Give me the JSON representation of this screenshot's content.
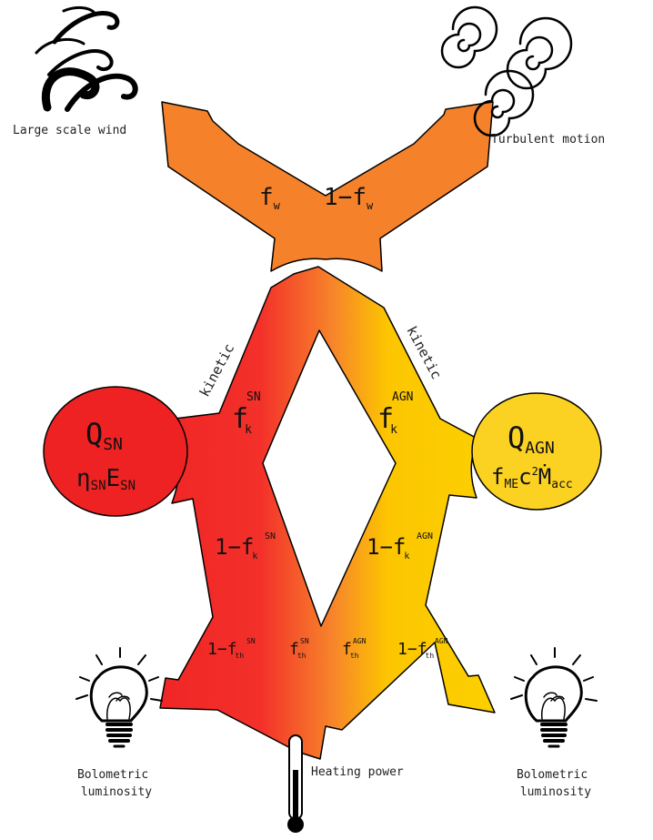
{
  "outputs": {
    "wind_label": "Large scale wind",
    "turbulence_label": "Turbulent motion",
    "bolometric_left": [
      "Bolometric",
      "luminosity"
    ],
    "bolometric_right": [
      "Bolometric",
      "luminosity"
    ],
    "heating_label": "Heating power"
  },
  "edges": {
    "kinetic_left": "kinetic",
    "kinetic_right": "kinetic",
    "fw": {
      "base": "f",
      "sub": "w"
    },
    "one_minus_fw": {
      "prefix": "1−",
      "base": "f",
      "sub": "w"
    },
    "fk_sn": {
      "base": "f",
      "sub": "k",
      "sup": "SN"
    },
    "fk_agn": {
      "base": "f",
      "sub": "k",
      "sup": "AGN"
    },
    "one_minus_fk_sn": {
      "prefix": "1−",
      "base": "f",
      "sub": "k",
      "sup": "SN"
    },
    "one_minus_fk_agn": {
      "prefix": "1−",
      "base": "f",
      "sub": "k",
      "sup": "AGN"
    },
    "one_minus_fth_sn": {
      "prefix": "1−",
      "base": "f",
      "sub": "th",
      "sup": "SN"
    },
    "fth_sn": {
      "base": "f",
      "sub": "th",
      "sup": "SN"
    },
    "fth_agn": {
      "base": "f",
      "sub": "th",
      "sup": "AGN"
    },
    "one_minus_fth_agn": {
      "prefix": "1−",
      "base": "f",
      "sub": "th",
      "sup": "AGN"
    }
  },
  "sources": {
    "sn": {
      "title": {
        "base": "Q",
        "sub": "SN"
      },
      "formula": {
        "eta": "η",
        "eta_sub": "SN",
        "E": "E",
        "E_sub": "SN"
      },
      "color": "#ee2222"
    },
    "agn": {
      "title": {
        "base": "Q",
        "sub": "AGN"
      },
      "formula": {
        "f": "f",
        "f_sub": "ME",
        "c": "c",
        "c_sup": "2",
        "M": "Ṁ",
        "M_sub": "acc"
      },
      "color": "#fcd222"
    }
  },
  "colors": {
    "sn_red": "#f42a2a",
    "agn_yellow": "#fcd000",
    "wind_orange": "#f5822a",
    "outline": "#000000"
  },
  "icons": [
    "wind-icon",
    "turbulence-swirl-icon",
    "light-bulb-icon",
    "thermometer-icon"
  ]
}
